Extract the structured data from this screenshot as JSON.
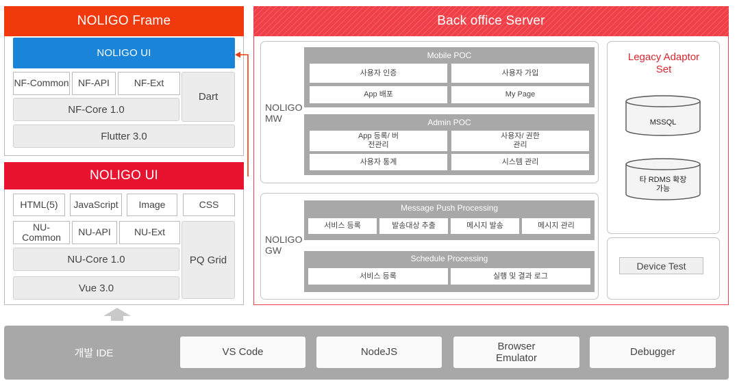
{
  "nf_frame": {
    "title": "NOLIGO Frame",
    "ui_bar": "NOLIGO UI",
    "modules": [
      "NF-Common",
      "NF-API",
      "NF-Ext"
    ],
    "dart": "Dart",
    "core": "NF-Core 1.0",
    "flutter": "Flutter 3.0"
  },
  "nu": {
    "title": "NOLIGO UI",
    "web_items": [
      "HTML(5)",
      "JavaScript",
      "Image",
      "CSS"
    ],
    "modules": [
      "NU-Common",
      "NU-API",
      "NU-Ext"
    ],
    "pqgrid": "PQ Grid",
    "core": "NU-Core 1.0",
    "vue": "Vue 3.0"
  },
  "server": {
    "title": "Back office Server",
    "mw": {
      "label": "NOLIGO MW",
      "mobile_poc": {
        "title": "Mobile POC",
        "items": [
          "사용자 인증",
          "사용자 가입",
          "App 배포",
          "My Page"
        ]
      },
      "admin_poc": {
        "title": "Admin POC",
        "items": [
          "App 등록/ 버전관리",
          "사용자/ 권한 관리",
          "사용자 통계",
          "시스템 관리"
        ]
      }
    },
    "gw": {
      "label": "NOLIGO GW",
      "push": {
        "title": "Message Push Processing",
        "items": [
          "서비스 등록",
          "발송대상 추출",
          "메시지 발송",
          "메시지 관리"
        ]
      },
      "schedule": {
        "title": "Schedule Processing",
        "items": [
          "서비스 등록",
          "실행 및 결과 로그"
        ]
      }
    },
    "legacy": {
      "title": "Legacy Adaptor Set",
      "db1": "MSSQL",
      "db2": "타 RDMS 확장 가능"
    },
    "device_test": "Device Test"
  },
  "ide": {
    "label": "개발 IDE",
    "tools": [
      "VS Code",
      "NodeJS",
      "Browser Emulator",
      "Debugger"
    ]
  },
  "colors": {
    "orange_red": "#f03a0e",
    "red": "#e8132f",
    "blue": "#1a84d8",
    "server_red": "#ef4049",
    "gray": "#a8a8a8"
  }
}
